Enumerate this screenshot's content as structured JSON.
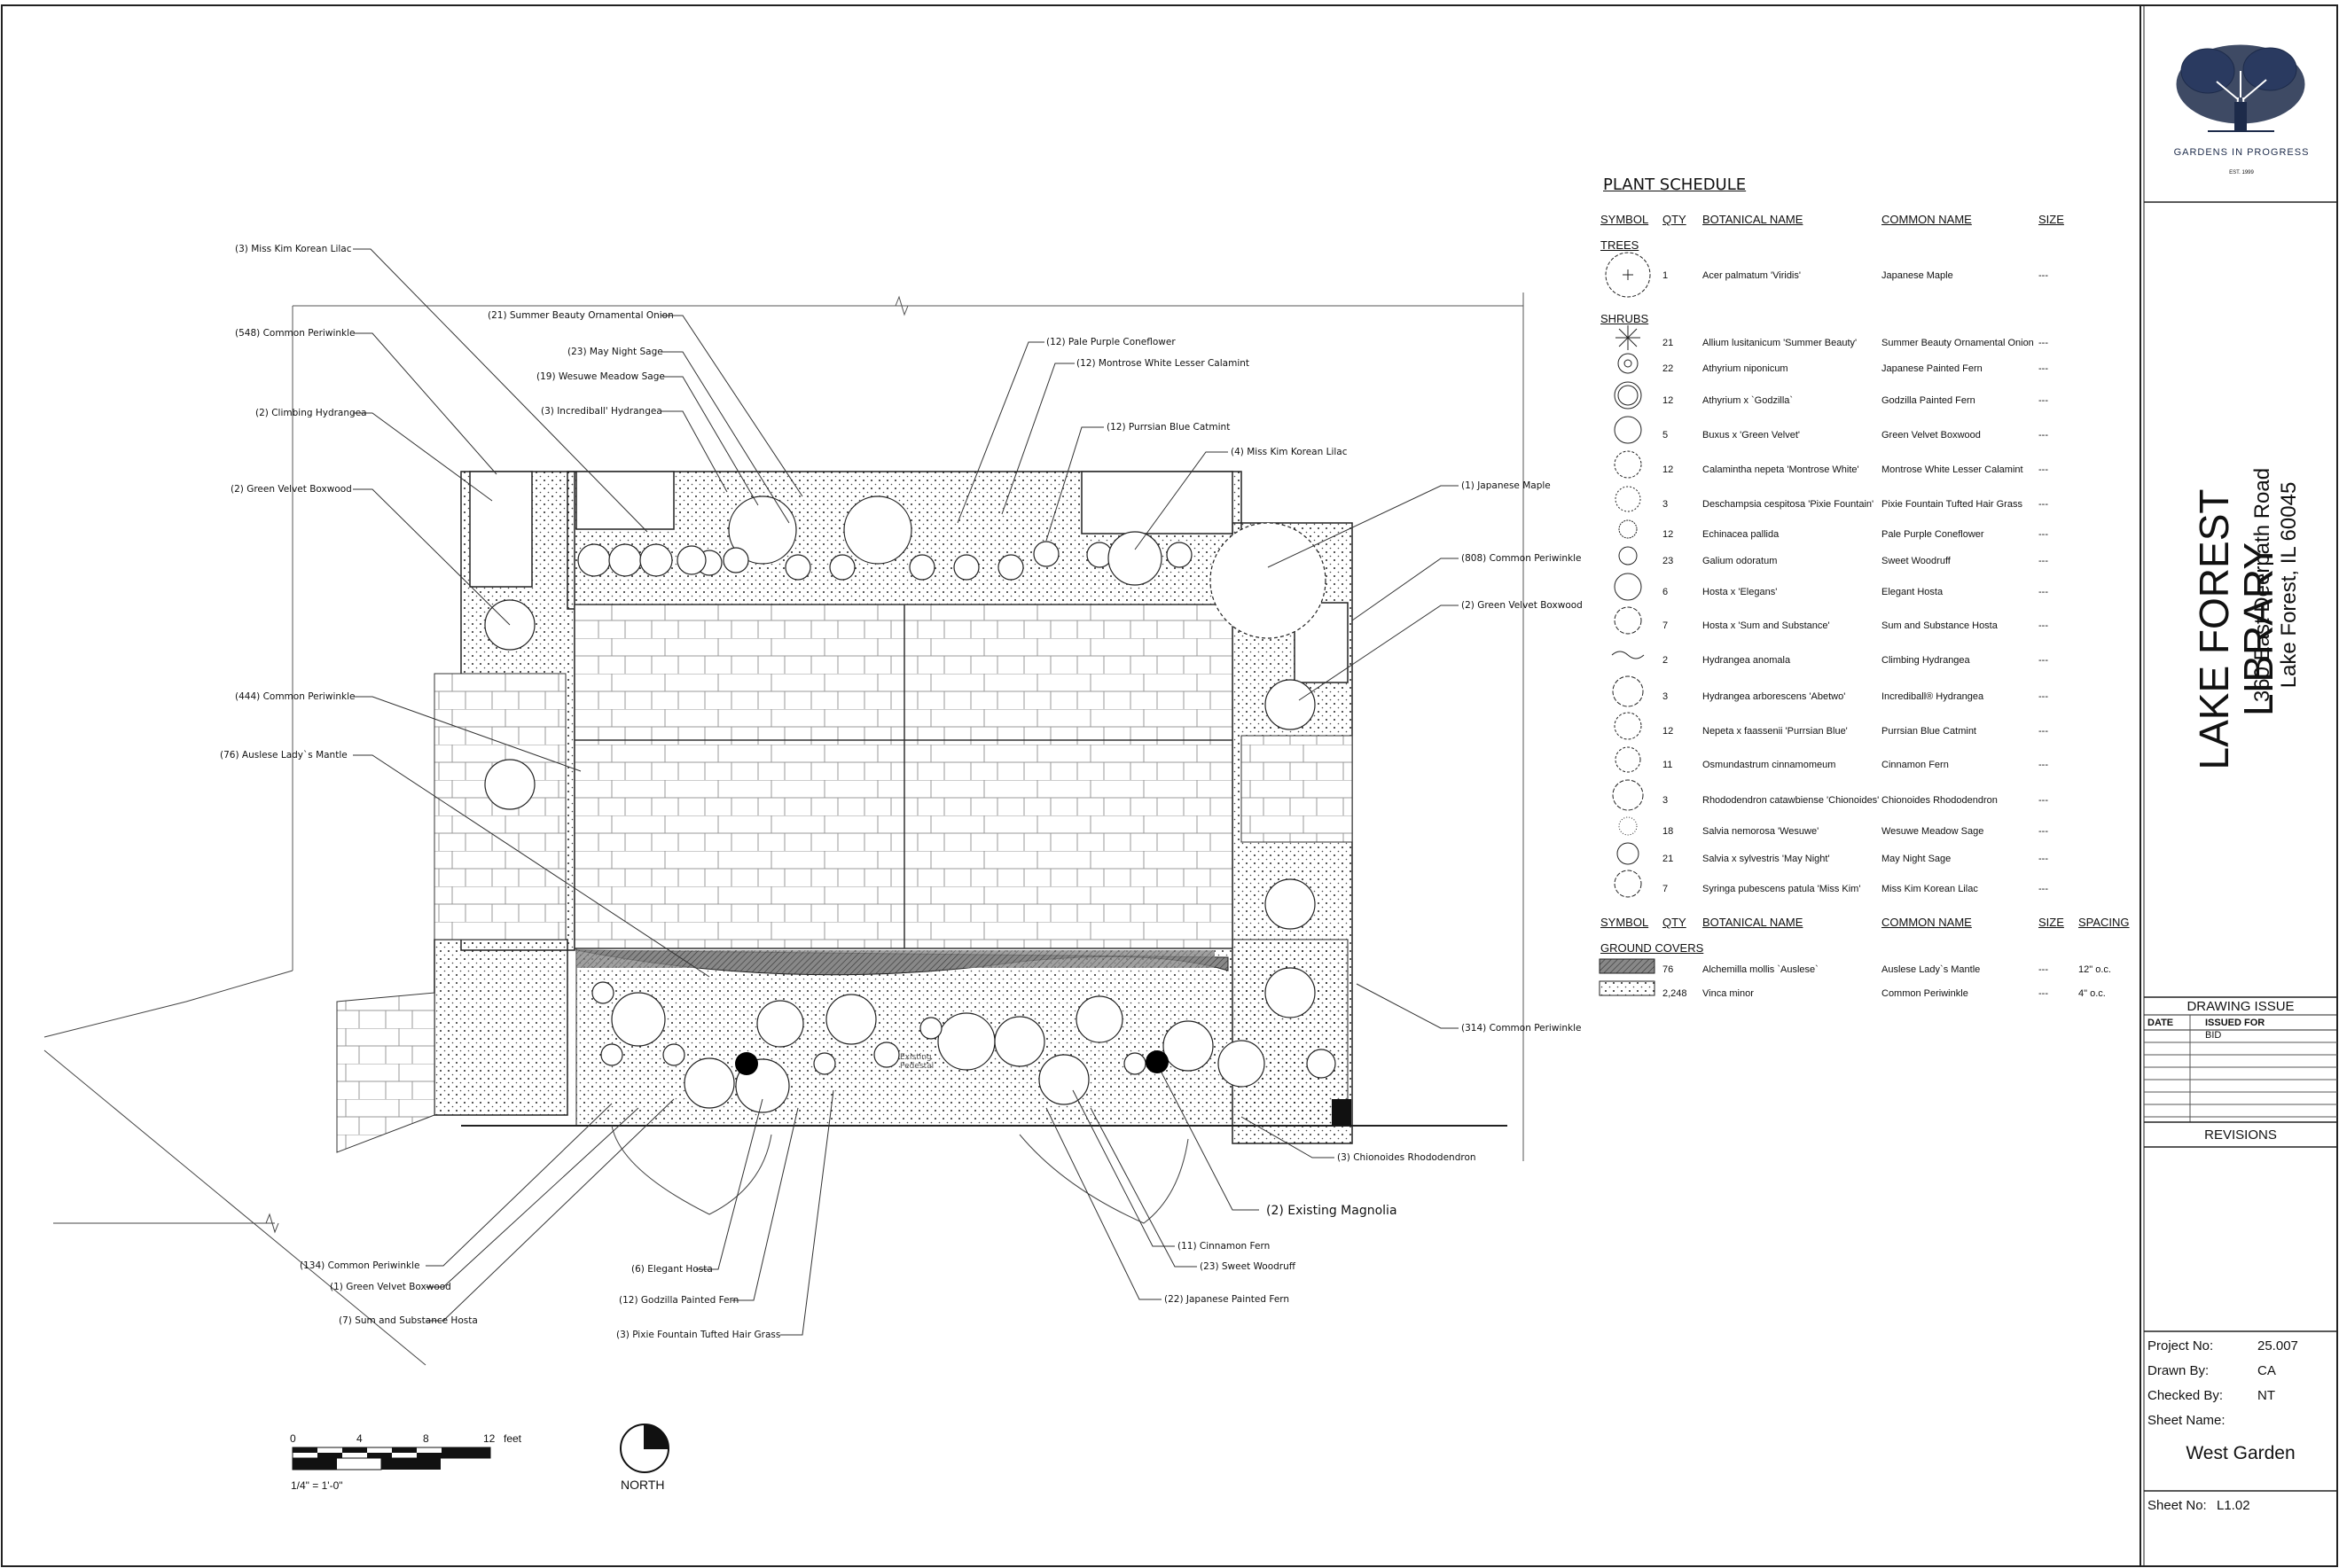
{
  "firm": {
    "name": "GARDENS IN PROGRESS",
    "est": "EST. 1999"
  },
  "project": {
    "title": "LAKE FOREST LIBRARY",
    "address": "360 East Deerpath Road",
    "city": "Lake Forest, IL 60045"
  },
  "drawing_issue": {
    "title": "DRAWING ISSUE",
    "date_header": "DATE",
    "issued_for_header": "ISSUED FOR",
    "issued_for": "BID"
  },
  "revisions": {
    "title": "REVISIONS"
  },
  "info": {
    "project_no_label": "Project No:",
    "project_no": "25.007",
    "drawn_by_label": "Drawn By:",
    "drawn_by": "CA",
    "checked_by_label": "Checked By:",
    "checked_by": "NT",
    "sheet_name_label": "Sheet Name:",
    "sheet_name": "West Garden",
    "sheet_no_label": "Sheet No:",
    "sheet_no": "L1.02"
  },
  "schedule": {
    "title": "PLANT SCHEDULE",
    "headers": {
      "symbol": "SYMBOL",
      "qty": "QTY",
      "botanical": "BOTANICAL NAME",
      "common": "COMMON NAME",
      "size": "SIZE",
      "spacing": "SPACING"
    },
    "trees_label": "TREES",
    "trees": [
      {
        "qty": "1",
        "botanical": "Acer palmatum 'Viridis'",
        "common": "Japanese Maple",
        "size": "---",
        "symbol": "tree"
      }
    ],
    "shrubs_label": "SHRUBS",
    "shrubs": [
      {
        "qty": "21",
        "botanical": "Allium lusitanicum 'Summer Beauty'",
        "common": "Summer Beauty Ornamental Onion",
        "size": "---",
        "symbol": "star"
      },
      {
        "qty": "22",
        "botanical": "Athyrium niponicum",
        "common": "Japanese Painted Fern",
        "size": "---",
        "symbol": "fern"
      },
      {
        "qty": "12",
        "botanical": "Athyrium x `Godzilla`",
        "common": "Godzilla Painted Fern",
        "size": "---",
        "symbol": "ring"
      },
      {
        "qty": "5",
        "botanical": "Buxus x 'Green Velvet'",
        "common": "Green Velvet Boxwood",
        "size": "---",
        "symbol": "circle"
      },
      {
        "qty": "12",
        "botanical": "Calamintha nepeta 'Montrose White'",
        "common": "Montrose White Lesser Calamint",
        "size": "---",
        "symbol": "spiky"
      },
      {
        "qty": "3",
        "botanical": "Deschampsia cespitosa 'Pixie Fountain'",
        "common": "Pixie Fountain Tufted Hair Grass",
        "size": "---",
        "symbol": "grass"
      },
      {
        "qty": "12",
        "botanical": "Echinacea pallida",
        "common": "Pale Purple Coneflower",
        "size": "---",
        "symbol": "flower"
      },
      {
        "qty": "23",
        "botanical": "Galium odoratum",
        "common": "Sweet Woodruff",
        "size": "---",
        "symbol": "small"
      },
      {
        "qty": "6",
        "botanical": "Hosta x 'Elegans'",
        "common": "Elegant Hosta",
        "size": "---",
        "symbol": "circle"
      },
      {
        "qty": "7",
        "botanical": "Hosta x 'Sum and Substance'",
        "common": "Sum and Substance Hosta",
        "size": "---",
        "symbol": "scallop"
      },
      {
        "qty": "2",
        "botanical": "Hydrangea anomala",
        "common": "Climbing Hydrangea",
        "size": "---",
        "symbol": "vine"
      },
      {
        "qty": "3",
        "botanical": "Hydrangea arborescens 'Abetwo'",
        "common": "Incrediball® Hydrangea",
        "size": "---",
        "symbol": "scallop"
      },
      {
        "qty": "12",
        "botanical": "Nepeta x faassenii 'Purrsian Blue'",
        "common": "Purrsian Blue Catmint",
        "size": "---",
        "symbol": "spiky"
      },
      {
        "qty": "11",
        "botanical": "Osmundastrum cinnamomeum",
        "common": "Cinnamon Fern",
        "size": "---",
        "symbol": "spiky"
      },
      {
        "qty": "3",
        "botanical": "Rhododendron catawbiense 'Chionoides'",
        "common": "Chionoides Rhododendron",
        "size": "---",
        "symbol": "scallop"
      },
      {
        "qty": "18",
        "botanical": "Salvia nemorosa 'Wesuwe'",
        "common": "Wesuwe Meadow Sage",
        "size": "---",
        "symbol": "dotted"
      },
      {
        "qty": "21",
        "botanical": "Salvia x sylvestris 'May Night'",
        "common": "May Night Sage",
        "size": "---",
        "symbol": "circle"
      },
      {
        "qty": "7",
        "botanical": "Syringa pubescens patula 'Miss Kim'",
        "common": "Miss Kim Korean Lilac",
        "size": "---",
        "symbol": "scallop"
      }
    ],
    "ground_label": "GROUND COVERS",
    "ground": [
      {
        "qty": "76",
        "botanical": "Alchemilla mollis `Auslese`",
        "common": "Auslese Lady`s Mantle",
        "size": "---",
        "spacing": "12\" o.c.",
        "symbol": "hatch"
      },
      {
        "qty": "2,248",
        "botanical": "Vinca minor",
        "common": "Common Periwinkle",
        "size": "---",
        "spacing": "4\" o.c.",
        "symbol": "dots"
      }
    ]
  },
  "callouts": {
    "left": [
      "(3) Miss Kim Korean Lilac",
      "(548) Common Periwinkle",
      "(2) Climbing Hydrangea",
      "(2) Green Velvet Boxwood",
      "(444) Common Periwinkle",
      "(76) Auslese Lady`s Mantle"
    ],
    "top": [
      "(21) Summer Beauty Ornamental Onion",
      "(23) May Night Sage",
      "(19) Wesuwe Meadow Sage",
      "(3) Incrediball' Hydrangea",
      "(12) Pale Purple Coneflower",
      "(12) Montrose White Lesser Calamint",
      "(12) Purrsian Blue Catmint",
      "(4) Miss Kim Korean Lilac"
    ],
    "right": [
      "(1) Japanese Maple",
      "(808) Common Periwinkle",
      "(2) Green Velvet Boxwood",
      "(314) Common Periwinkle",
      "(3) Chionoides Rhododendron"
    ],
    "magnolia": "(2)    Existing Magnolia",
    "existing_pedestal": "Existing Pedestal",
    "bottom_left": [
      "(134) Common Periwinkle",
      "(1) Green Velvet Boxwood",
      "(7) Sum and Substance Hosta"
    ],
    "bottom_mid": [
      "(6) Elegant Hosta",
      "(12) Godzilla Painted Fern",
      "(3) Pixie Fountain Tufted Hair Grass"
    ],
    "bottom_right": [
      "(11) Cinnamon Fern",
      "(23) Sweet Woodruff",
      "(22) Japanese Painted Fern"
    ]
  },
  "scale_bar": {
    "ticks": [
      "0",
      "4",
      "8",
      "12"
    ],
    "unit": "feet",
    "ratio": "1/4\" = 1'-0\""
  },
  "north": "NORTH"
}
